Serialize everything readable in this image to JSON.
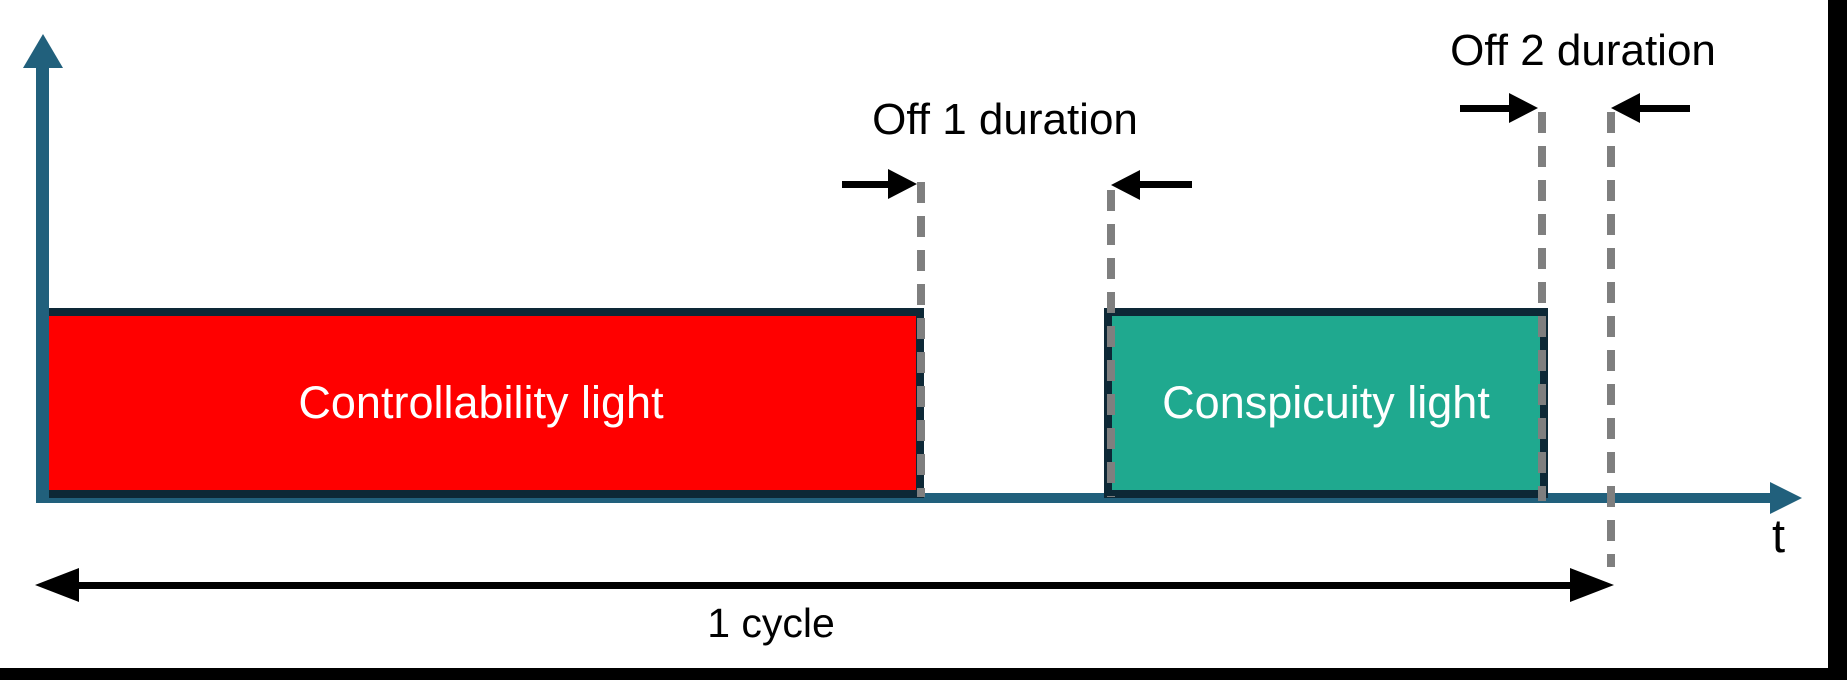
{
  "diagram": {
    "x_axis_label": "t",
    "bars": [
      {
        "name": "controllability-light",
        "label": "Controllability light",
        "fill": "#FF0000",
        "text_color": "#FFFFFF"
      },
      {
        "name": "conspicuity-light",
        "label": "Conspicuity light",
        "fill": "#1FA98F",
        "text_color": "#FFFFFF"
      }
    ],
    "annotations": {
      "off1_label": "Off 1 duration",
      "off2_label": "Off 2 duration",
      "cycle_label": "1 cycle"
    },
    "colors": {
      "axis": "#21607C",
      "bar_border": "#0D2836",
      "dashed_line": "#7F7F7F",
      "arrows": "#000000",
      "frame": "#000000",
      "background": "#FFFFFF"
    }
  }
}
